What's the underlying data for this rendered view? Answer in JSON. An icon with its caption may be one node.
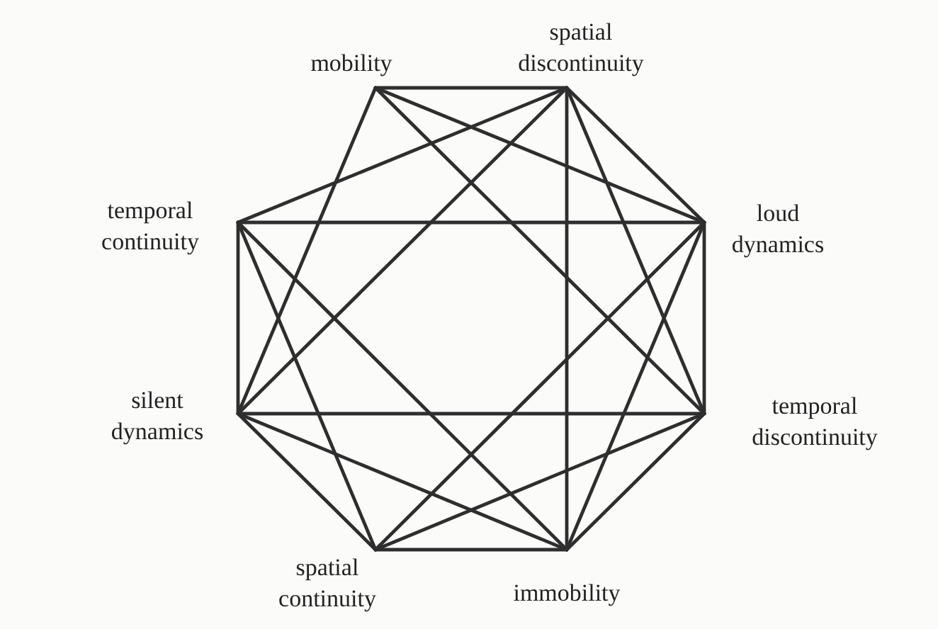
{
  "diagram": {
    "nodes": [
      {
        "text": [
          "mobility"
        ]
      },
      {
        "text": [
          "spatial discontinuity"
        ]
      },
      {
        "text": [
          "loud dynamics"
        ]
      },
      {
        "text": [
          "temporal discontinuity"
        ]
      },
      {
        "text": [
          "immobility"
        ]
      },
      {
        "text": [
          "spatial continuity"
        ]
      },
      {
        "text": [
          "silent dynamics"
        ]
      },
      {
        "text": [
          "temporal continuity"
        ]
      }
    ],
    "edges": [
      {
        "from": 0,
        "to": 1,
        "arrow": "none"
      },
      {
        "from": 0,
        "to": 2,
        "arrow": "none"
      },
      {
        "from": 0,
        "to": 3,
        "arrow": "none"
      },
      {
        "from": 0,
        "to": 6,
        "arrow": "none"
      },
      {
        "from": 1,
        "to": 2,
        "arrow": "none"
      },
      {
        "from": 1,
        "to": 3,
        "arrow": "none"
      },
      {
        "from": 1,
        "to": 4,
        "arrow": "none"
      },
      {
        "from": 1,
        "to": 6,
        "arrow": "none"
      },
      {
        "from": 1,
        "to": 7,
        "arrow": "none"
      },
      {
        "from": 7,
        "to": 2,
        "arrow": "none"
      },
      {
        "from": 7,
        "to": 6,
        "arrow": "none"
      },
      {
        "from": 7,
        "to": 5,
        "arrow": "none"
      },
      {
        "from": 7,
        "to": 4,
        "arrow": "none"
      },
      {
        "from": 2,
        "to": 3,
        "arrow": "none"
      },
      {
        "from": 2,
        "to": 5,
        "arrow": "none"
      },
      {
        "from": 2,
        "to": 4,
        "arrow": "none"
      },
      {
        "from": 6,
        "to": 3,
        "arrow": "none"
      },
      {
        "from": 6,
        "to": 5,
        "arrow": "none"
      },
      {
        "from": 6,
        "to": 4,
        "arrow": "none"
      },
      {
        "from": 5,
        "to": 4,
        "arrow": "none"
      },
      {
        "from": 5,
        "to": 3,
        "arrow": "none"
      },
      {
        "from": 4,
        "to": 3,
        "arrow": "none"
      }
    ]
  }
}
